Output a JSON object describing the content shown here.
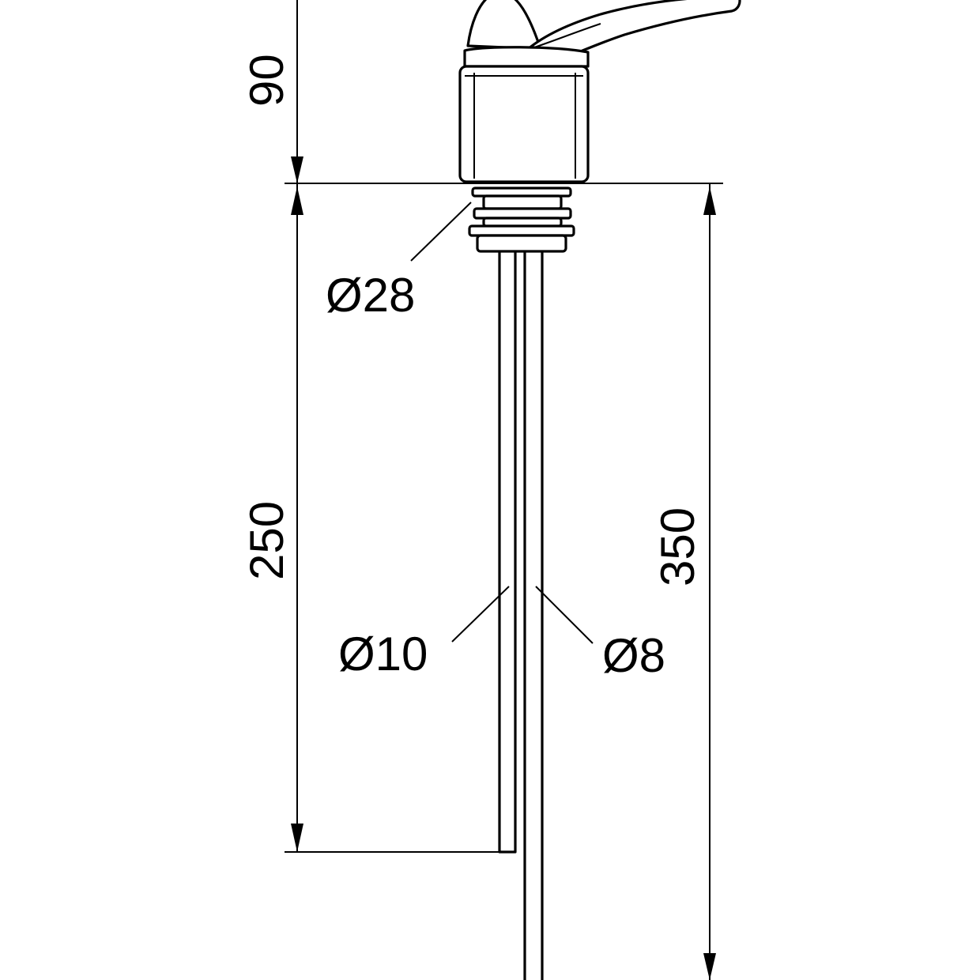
{
  "dimensions": {
    "top_height": "90",
    "tube_length_left": "250",
    "tube_length_right": "350",
    "thread_diameter": "Ø28",
    "outer_tube_diameter": "Ø10",
    "inner_tube_diameter": "Ø8"
  }
}
